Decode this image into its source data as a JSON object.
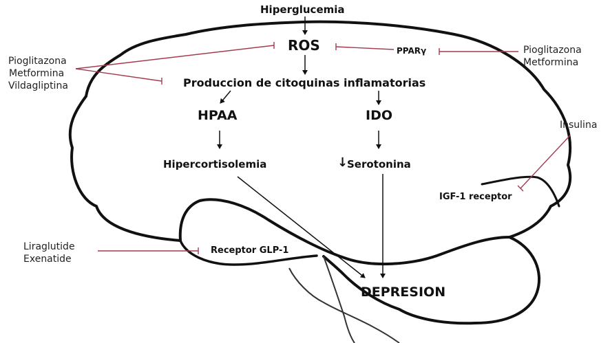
{
  "nodes": {
    "hiperglucemia": "Hiperglucemia",
    "ros": "ROS",
    "ppar": "PPARγ",
    "citoquinas": "Produccion de citoquinas inflamatorias",
    "hpaa": "HPAA",
    "ido": "IDO",
    "hipercortisolemia": "Hipercortisolemia",
    "serotonina_arrow": "↓",
    "serotonina": "Serotonina",
    "igf1": "IGF-1 receptor",
    "glp1": "Receptor GLP-1",
    "depresion": "DEPRESION"
  },
  "drugs": {
    "left_top": [
      "Pioglitazona",
      "Metformina",
      "Vildagliptina"
    ],
    "right_top": [
      "Pioglitazona",
      "Metformina"
    ],
    "right_mid": [
      "Insulina"
    ],
    "left_bottom": [
      "Liraglutide",
      "Exenatide"
    ]
  },
  "colors": {
    "inhibitor_line": "#a33a4e",
    "arrow": "#111111",
    "brain_outline": "#111111"
  }
}
